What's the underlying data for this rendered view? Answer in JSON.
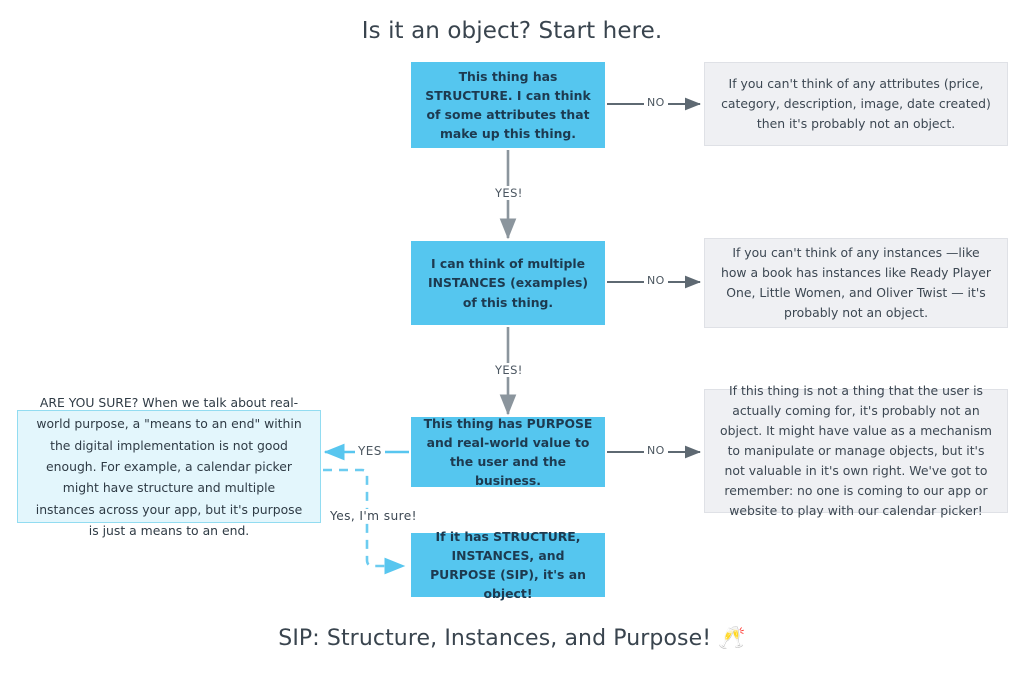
{
  "header": {
    "title": "Is it an object? Start here."
  },
  "footer": {
    "caption": "SIP: Structure, Instances, and Purpose! 🥂"
  },
  "colors": {
    "decision_blue": "#55C6EF",
    "outcome_gray": "#eff0f3",
    "outcome_gray_border": "#dfe1e6",
    "aside_cyan": "#e3f6fc",
    "aside_cyan_border": "#92dcf1",
    "arrow_gray": "#5e6972",
    "arrow_cyan": "#58c6ef",
    "text_dark": "#2f3b45",
    "background": "#ffffff"
  },
  "nodes": {
    "structure": "This thing has STRUCTURE. I can think of some attributes that make up this thing.",
    "instances": "I can think of multiple INSTANCES (examples) of this thing.",
    "purpose": "This thing has PURPOSE and real-world value to the user and the business.",
    "sip": "If it has STRUCTURE, INSTANCES, and PURPOSE (SIP), it's an object!",
    "no_structure": "If you can't think of any attributes (price, category, description, image, date created) then it's probably not an object.",
    "no_instances": "If you can't think of any instances —like how a book has instances like Ready Player One, Little Women, and Oliver Twist — it's probably not an object.",
    "no_purpose": "If this thing is not a thing that the user is actually coming for, it's probably not an object. It might have value as a mechanism to manipulate or manage objects, but it's not valuable in it's own right. We've got to remember: no one is coming to our app or website to play with our calendar picker!",
    "are_you_sure": "ARE YOU SURE? When we talk about real-world purpose,  a \"means to an end\" within the digital implementation is not good enough. For example, a calendar picker might have structure and multiple instances across your app, but it's purpose is just a means to an end."
  },
  "edges": {
    "no_1": "NO",
    "no_2": "NO",
    "no_3": "NO",
    "yes_1": "YES!",
    "yes_2": "YES!",
    "yes_left": "YES",
    "yes_im_sure": "Yes, I'm sure!"
  },
  "chart_data": {
    "type": "diagram",
    "title": "Is it an object? Start here.",
    "subtitle": "SIP: Structure, Instances, and Purpose! 🥂",
    "diagram_kind": "decision-flowchart",
    "nodes": [
      {
        "id": "structure",
        "kind": "decision",
        "color": "#55C6EF",
        "label": "This thing has STRUCTURE. I can think of some attributes that make up this thing."
      },
      {
        "id": "no_structure",
        "kind": "outcome",
        "color": "#eff0f3",
        "label": "If you can't think of any attributes (price, category, description, image, date created) then it's probably not an object."
      },
      {
        "id": "instances",
        "kind": "decision",
        "color": "#55C6EF",
        "label": "I can think of multiple INSTANCES (examples) of this thing."
      },
      {
        "id": "no_instances",
        "kind": "outcome",
        "color": "#eff0f3",
        "label": "If you can't think of any instances —like how a book has instances like Ready Player One, Little Women, and Oliver Twist — it's probably not an object."
      },
      {
        "id": "purpose",
        "kind": "decision",
        "color": "#55C6EF",
        "label": "This thing has PURPOSE and real-world value to the user and the business."
      },
      {
        "id": "no_purpose",
        "kind": "outcome",
        "color": "#eff0f3",
        "label": "If this thing is not a thing that the user is actually coming for, it's probably not an object. It might have value as a mechanism to manipulate or manage objects, but it's not valuable in it's own right. We've got to remember: no one is coming to our app or website to play with our calendar picker!"
      },
      {
        "id": "are_you_sure",
        "kind": "aside",
        "color": "#e3f6fc",
        "label": "ARE YOU SURE? When we talk about real-world purpose,  a \"means to an end\" within the digital implementation is not good enough. For example, a calendar picker might have structure and multiple instances across your app, but it's purpose is just a means to an end."
      },
      {
        "id": "sip",
        "kind": "terminal",
        "color": "#55C6EF",
        "label": "If it has STRUCTURE, INSTANCES, and PURPOSE (SIP), it's an object!"
      }
    ],
    "edges": [
      {
        "from": "structure",
        "to": "no_structure",
        "label": "NO",
        "style": "solid",
        "color": "#5e6972"
      },
      {
        "from": "structure",
        "to": "instances",
        "label": "YES!",
        "style": "solid",
        "color": "#8b959d"
      },
      {
        "from": "instances",
        "to": "no_instances",
        "label": "NO",
        "style": "solid",
        "color": "#5e6972"
      },
      {
        "from": "instances",
        "to": "purpose",
        "label": "YES!",
        "style": "solid",
        "color": "#8b959d"
      },
      {
        "from": "purpose",
        "to": "no_purpose",
        "label": "NO",
        "style": "solid",
        "color": "#5e6972"
      },
      {
        "from": "purpose",
        "to": "are_you_sure",
        "label": "YES",
        "style": "solid",
        "color": "#58c6ef"
      },
      {
        "from": "are_you_sure",
        "to": "sip",
        "label": "Yes, I'm sure!",
        "style": "dashed",
        "color": "#58c6ef"
      }
    ]
  }
}
